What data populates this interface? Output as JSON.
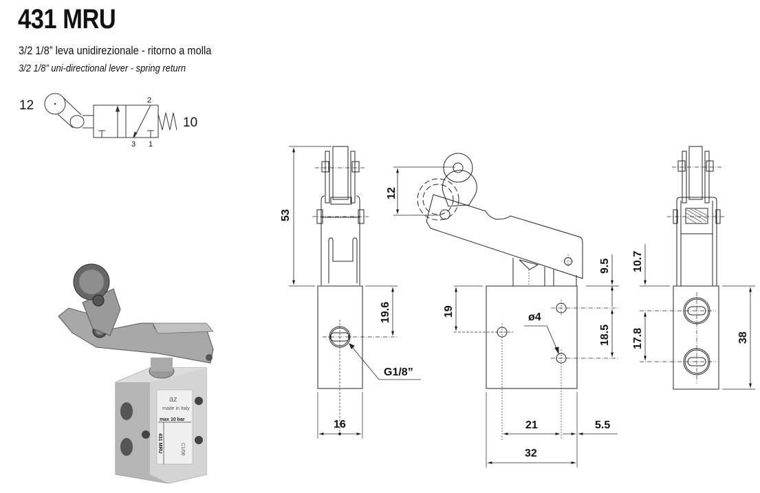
{
  "header": {
    "title": "431 MRU",
    "subtitle_it": "3/2 1/8” leva unidirezionale - ritorno a molla",
    "subtitle_en": "3/2 1/8” uni-directional lever - spring return"
  },
  "symbol": {
    "port_12": "12",
    "port_10": "10",
    "port_2": "2",
    "port_3": "3",
    "port_1": "1"
  },
  "photo": {
    "brand": "az",
    "made_in": "made in Italy",
    "pressure": "max 10 bar",
    "model": "431 MRU",
    "code": "C1/08"
  },
  "side_view": {
    "height_total": "53",
    "port_height": "19.6",
    "port_thread": "G1/8”",
    "width": "16"
  },
  "front_view": {
    "roller_offset": "12",
    "lever_height": "9.5",
    "hole_height": "19",
    "hole_diameter": "ø4",
    "hole_spacing_v": "18.5",
    "hole_spacing_h": "21",
    "edge_offset": "5.5",
    "body_width": "32"
  },
  "rear_view": {
    "top_height": "10.7",
    "port_spacing": "17.8",
    "body_height": "38"
  },
  "colors": {
    "line": "#222222",
    "text": "#111111",
    "background": "#ffffff"
  }
}
